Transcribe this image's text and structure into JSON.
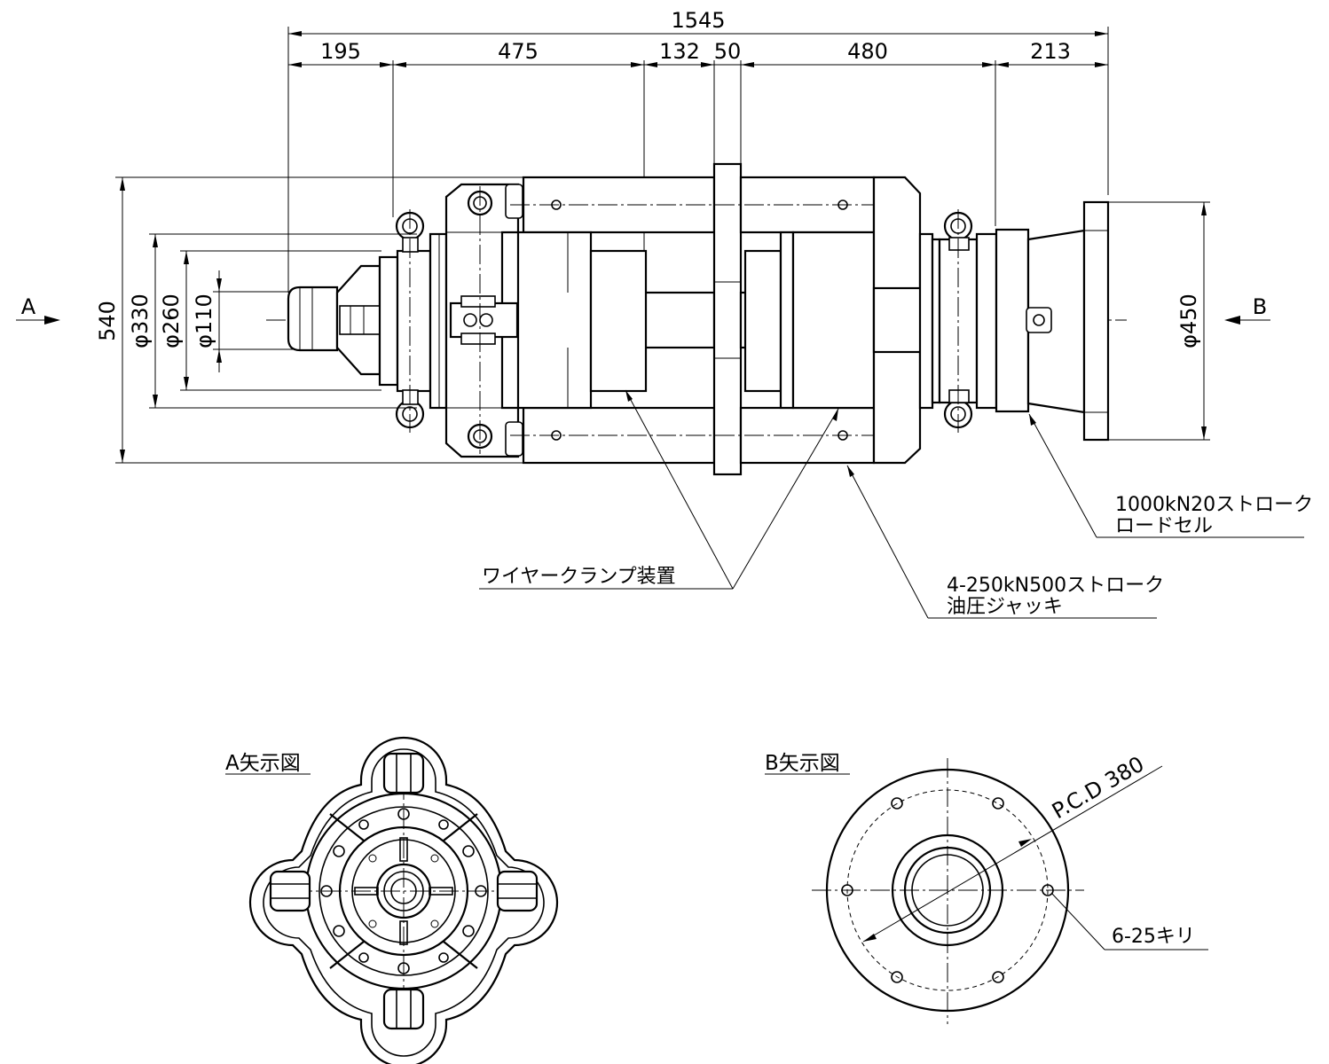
{
  "dimensions": {
    "overall": "1545",
    "seg_195": "195",
    "seg_475": "475",
    "seg_132": "132",
    "seg_50": "50",
    "seg_480": "480",
    "seg_213": "213",
    "height_540": "540",
    "dia_330": "φ330",
    "dia_260": "φ260",
    "dia_110": "φ110",
    "dia_450": "φ450"
  },
  "view_arrows": {
    "a": "A",
    "b": "B"
  },
  "callouts": {
    "load_cell_line1": "1000kN20ストローク",
    "load_cell_line2": "ロードセル",
    "wire_clamp": "ワイヤークランプ装置",
    "jack_line1": "4-250kN500ストローク",
    "jack_line2": "油圧ジャッキ",
    "holes": "6-25キリ",
    "pcd": "P.C.D 380"
  },
  "views": {
    "view_a_title": "A矢示図",
    "view_b_title": "B矢示図"
  }
}
